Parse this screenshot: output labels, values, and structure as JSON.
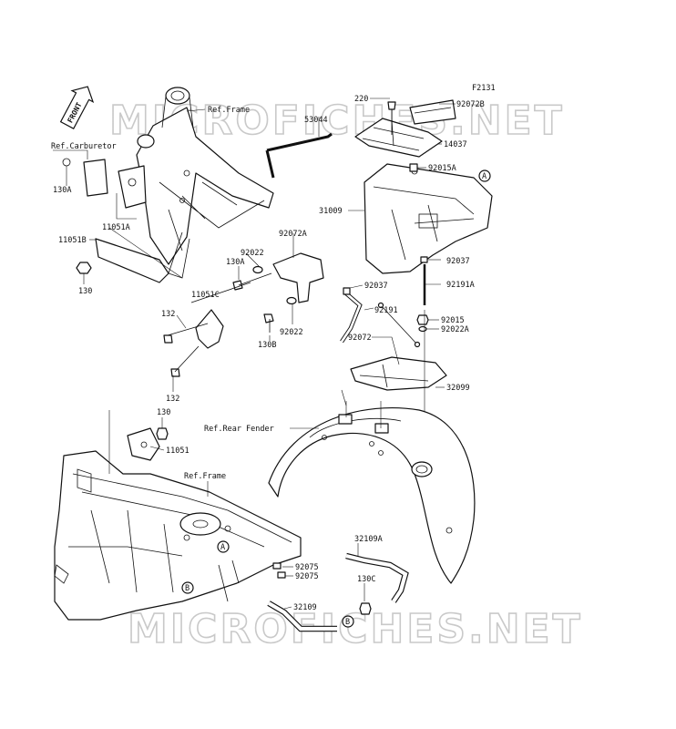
{
  "figure_code": "F2131",
  "front_marker": "FRONT",
  "watermark_text": "MICROFICHES.NET",
  "watermark_color": "#c9c9c9",
  "callouts": [
    {
      "id": "ref-frame-top",
      "text": "Ref.Frame"
    },
    {
      "id": "ref-carburetor",
      "text": "Ref.Carburetor"
    },
    {
      "id": "p-130a-left",
      "text": "130A"
    },
    {
      "id": "p-11051a",
      "text": "11051A"
    },
    {
      "id": "p-11051b",
      "text": "11051B"
    },
    {
      "id": "p-130-left",
      "text": "130"
    },
    {
      "id": "p-53044",
      "text": "53044"
    },
    {
      "id": "p-220",
      "text": "220"
    },
    {
      "id": "p-92072b",
      "text": "92072B"
    },
    {
      "id": "p-14037",
      "text": "14037"
    },
    {
      "id": "p-92015a",
      "text": "92015A"
    },
    {
      "id": "p-31009",
      "text": "31009"
    },
    {
      "id": "p-92022-top",
      "text": "92022"
    },
    {
      "id": "p-92072a",
      "text": "92072A"
    },
    {
      "id": "p-130a-mid",
      "text": "130A"
    },
    {
      "id": "p-11051c",
      "text": "11051C"
    },
    {
      "id": "p-92037-right",
      "text": "92037"
    },
    {
      "id": "p-92037-mid",
      "text": "92037"
    },
    {
      "id": "p-92191a",
      "text": "92191A"
    },
    {
      "id": "p-132-top",
      "text": "132"
    },
    {
      "id": "p-92022-mid",
      "text": "92022"
    },
    {
      "id": "p-130b",
      "text": "130B"
    },
    {
      "id": "p-92191",
      "text": "92191"
    },
    {
      "id": "p-92015",
      "text": "92015"
    },
    {
      "id": "p-92022a",
      "text": "92022A"
    },
    {
      "id": "p-92072",
      "text": "92072"
    },
    {
      "id": "p-132-bottom",
      "text": "132"
    },
    {
      "id": "p-32099",
      "text": "32099"
    },
    {
      "id": "p-130-mid",
      "text": "130"
    },
    {
      "id": "ref-rear-fender",
      "text": "Ref.Rear Fender"
    },
    {
      "id": "p-11051",
      "text": "11051"
    },
    {
      "id": "ref-frame-bottom",
      "text": "Ref.Frame"
    },
    {
      "id": "p-32109a",
      "text": "32109A"
    },
    {
      "id": "p-92075-top",
      "text": "92075"
    },
    {
      "id": "p-92075-bottom",
      "text": "92075"
    },
    {
      "id": "p-130c",
      "text": "130C"
    },
    {
      "id": "p-32109",
      "text": "32109"
    }
  ],
  "markers": [
    {
      "id": "marker-a-top",
      "text": "A"
    },
    {
      "id": "marker-a-bottom",
      "text": "A"
    },
    {
      "id": "marker-b-left",
      "text": "B"
    },
    {
      "id": "marker-b-bottom",
      "text": "B"
    }
  ]
}
